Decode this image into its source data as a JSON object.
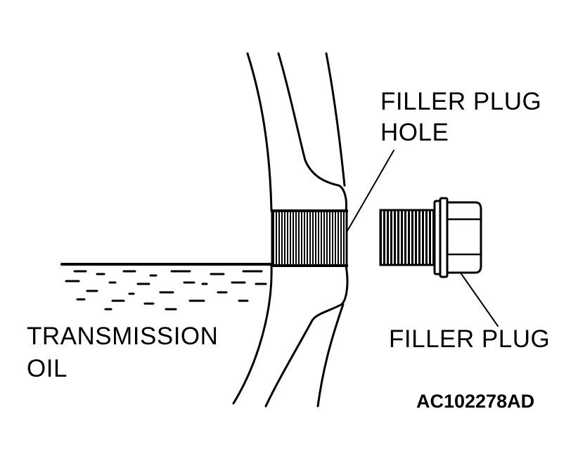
{
  "labels": {
    "filler_plug_hole_line1": "FILLER PLUG",
    "filler_plug_hole_line2": "HOLE",
    "transmission_oil_line1": "TRANSMISSION",
    "transmission_oil_line2": "OIL",
    "filler_plug": "FILLER PLUG",
    "figure_code": "AC102278AD"
  },
  "colors": {
    "ink": "#000000",
    "paper": "#ffffff"
  }
}
